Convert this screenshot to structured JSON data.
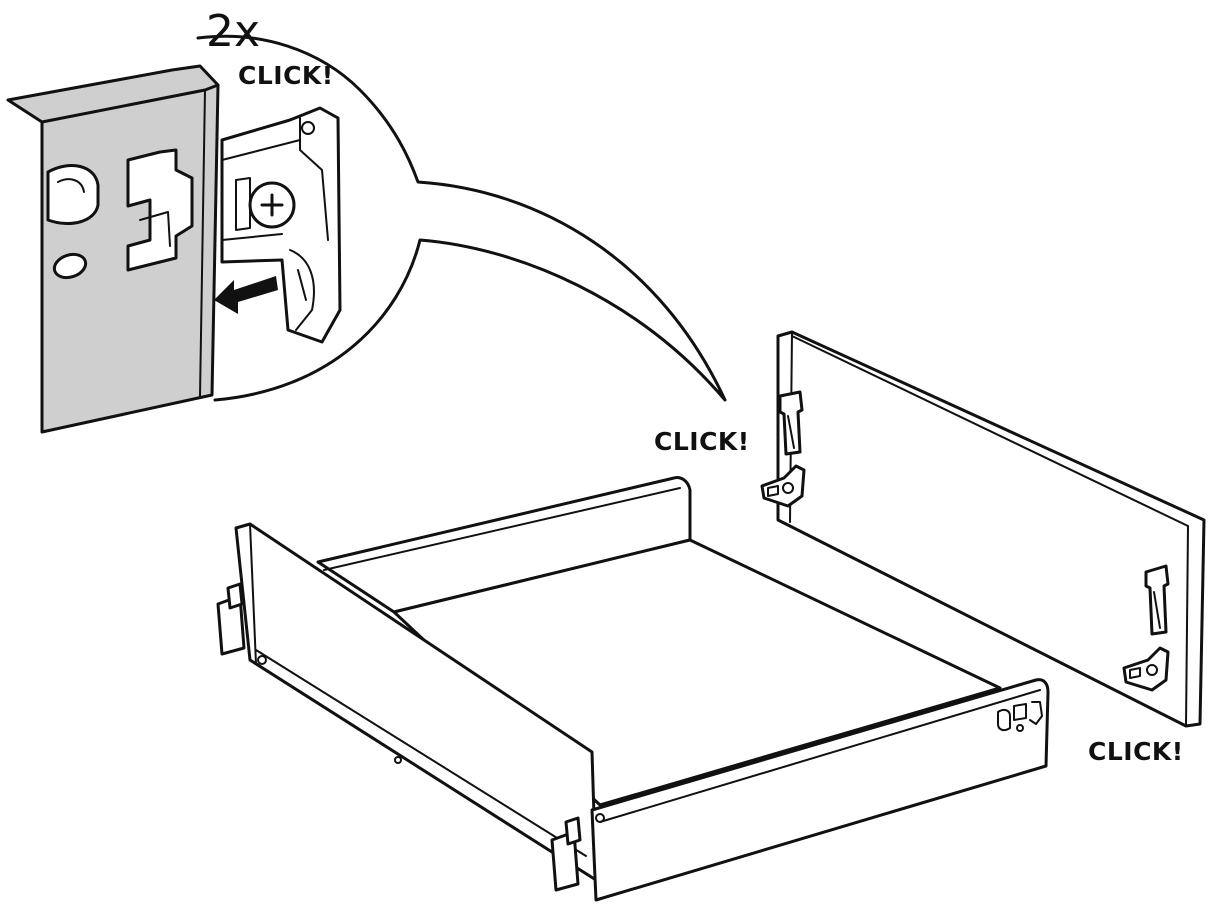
{
  "diagram": {
    "count_label": "2x",
    "callout_click_label": "CLICK!",
    "drawer_click_label": "CLICK!",
    "front_click_label": "CLICK!"
  },
  "colors": {
    "ink": "#111111",
    "paper": "#ffffff",
    "metal_grey": "#cfcfcf"
  }
}
